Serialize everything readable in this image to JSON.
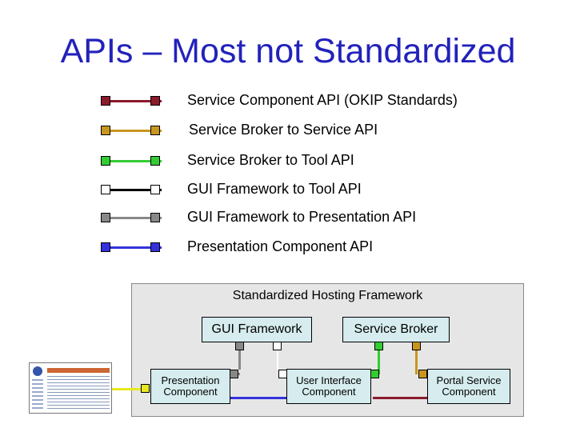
{
  "title": "APIs – Most not Standardized",
  "legend": [
    {
      "label": "Service Component API (OKIP Standards)",
      "color": "#8b1a2b",
      "end_color": "#8b1a2b"
    },
    {
      "label": "Service Broker to Service API",
      "color": "#c8961e",
      "end_color": "#c8961e"
    },
    {
      "label": "Service Broker to Tool API",
      "color": "#33cc33",
      "end_color": "#33cc33"
    },
    {
      "label": "GUI Framework to Tool API",
      "color": "#000000",
      "end_color": "#ffffff"
    },
    {
      "label": "GUI Framework to Presentation API",
      "color": "#888888",
      "end_color": "#888888"
    },
    {
      "label": "Presentation Component API",
      "color": "#3333dd",
      "end_color": "#3333dd"
    }
  ],
  "framework": {
    "title": "Standardized Hosting Framework",
    "gui_framework": "GUI Framework",
    "service_broker": "Service Broker",
    "presentation_component": "Presentation Component",
    "user_interface_component": "User Interface Component",
    "portal_service_component": "Portal Service Component"
  },
  "colors": {
    "title": "#2222bb",
    "box_fill": "#d6ecee",
    "frame_fill": "#e6e6e6",
    "external_link": "#e8e820"
  }
}
